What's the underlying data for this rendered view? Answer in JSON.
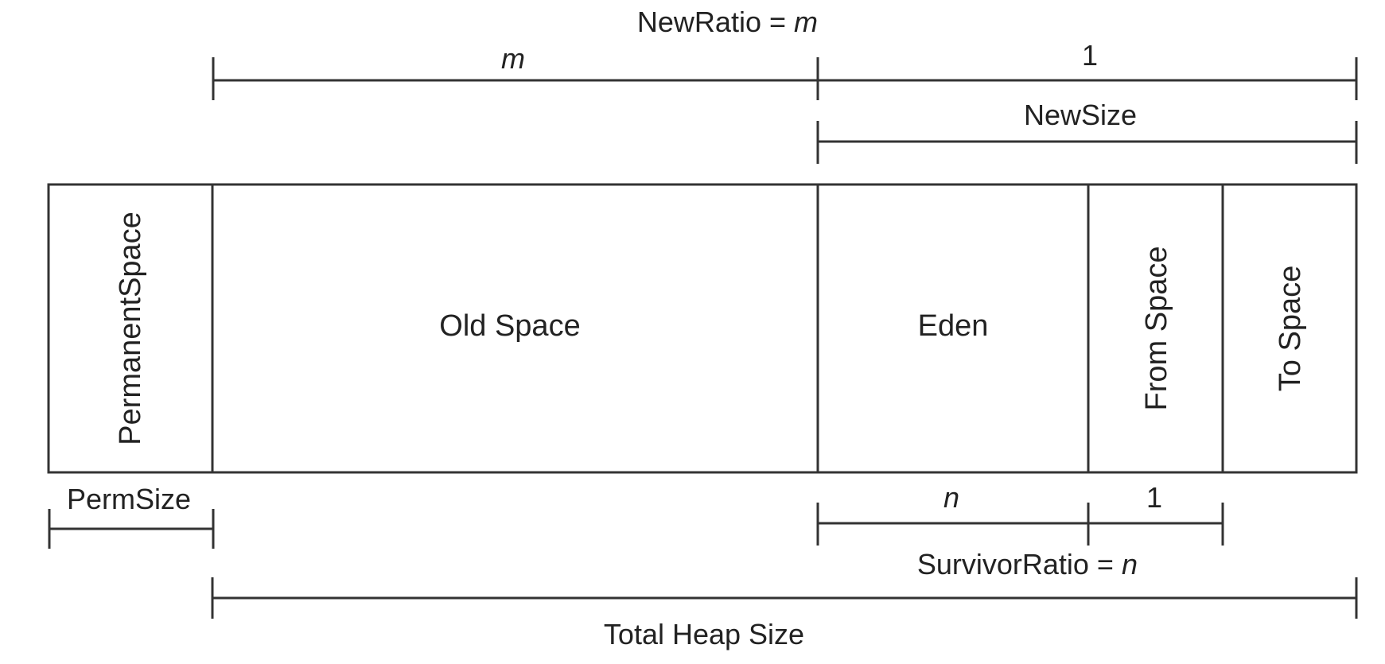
{
  "new_ratio": {
    "label_prefix": "NewRatio = ",
    "label_var": "m",
    "old_part": "m",
    "new_part": "1"
  },
  "new_size": {
    "label": "NewSize"
  },
  "heap": {
    "permanent_space": "PermanentSpace",
    "old_space": "Old Space",
    "eden": "Eden",
    "from_space": "From Space",
    "to_space": "To Space"
  },
  "perm_size": {
    "label": "PermSize"
  },
  "survivor_ratio": {
    "eden_part": "n",
    "survivor_part": "1",
    "label_prefix": "SurvivorRatio = ",
    "label_var": "n"
  },
  "total_heap": {
    "label": "Total Heap Size"
  },
  "colors": {
    "line": "#333333",
    "text": "#222222",
    "background": "#ffffff"
  }
}
